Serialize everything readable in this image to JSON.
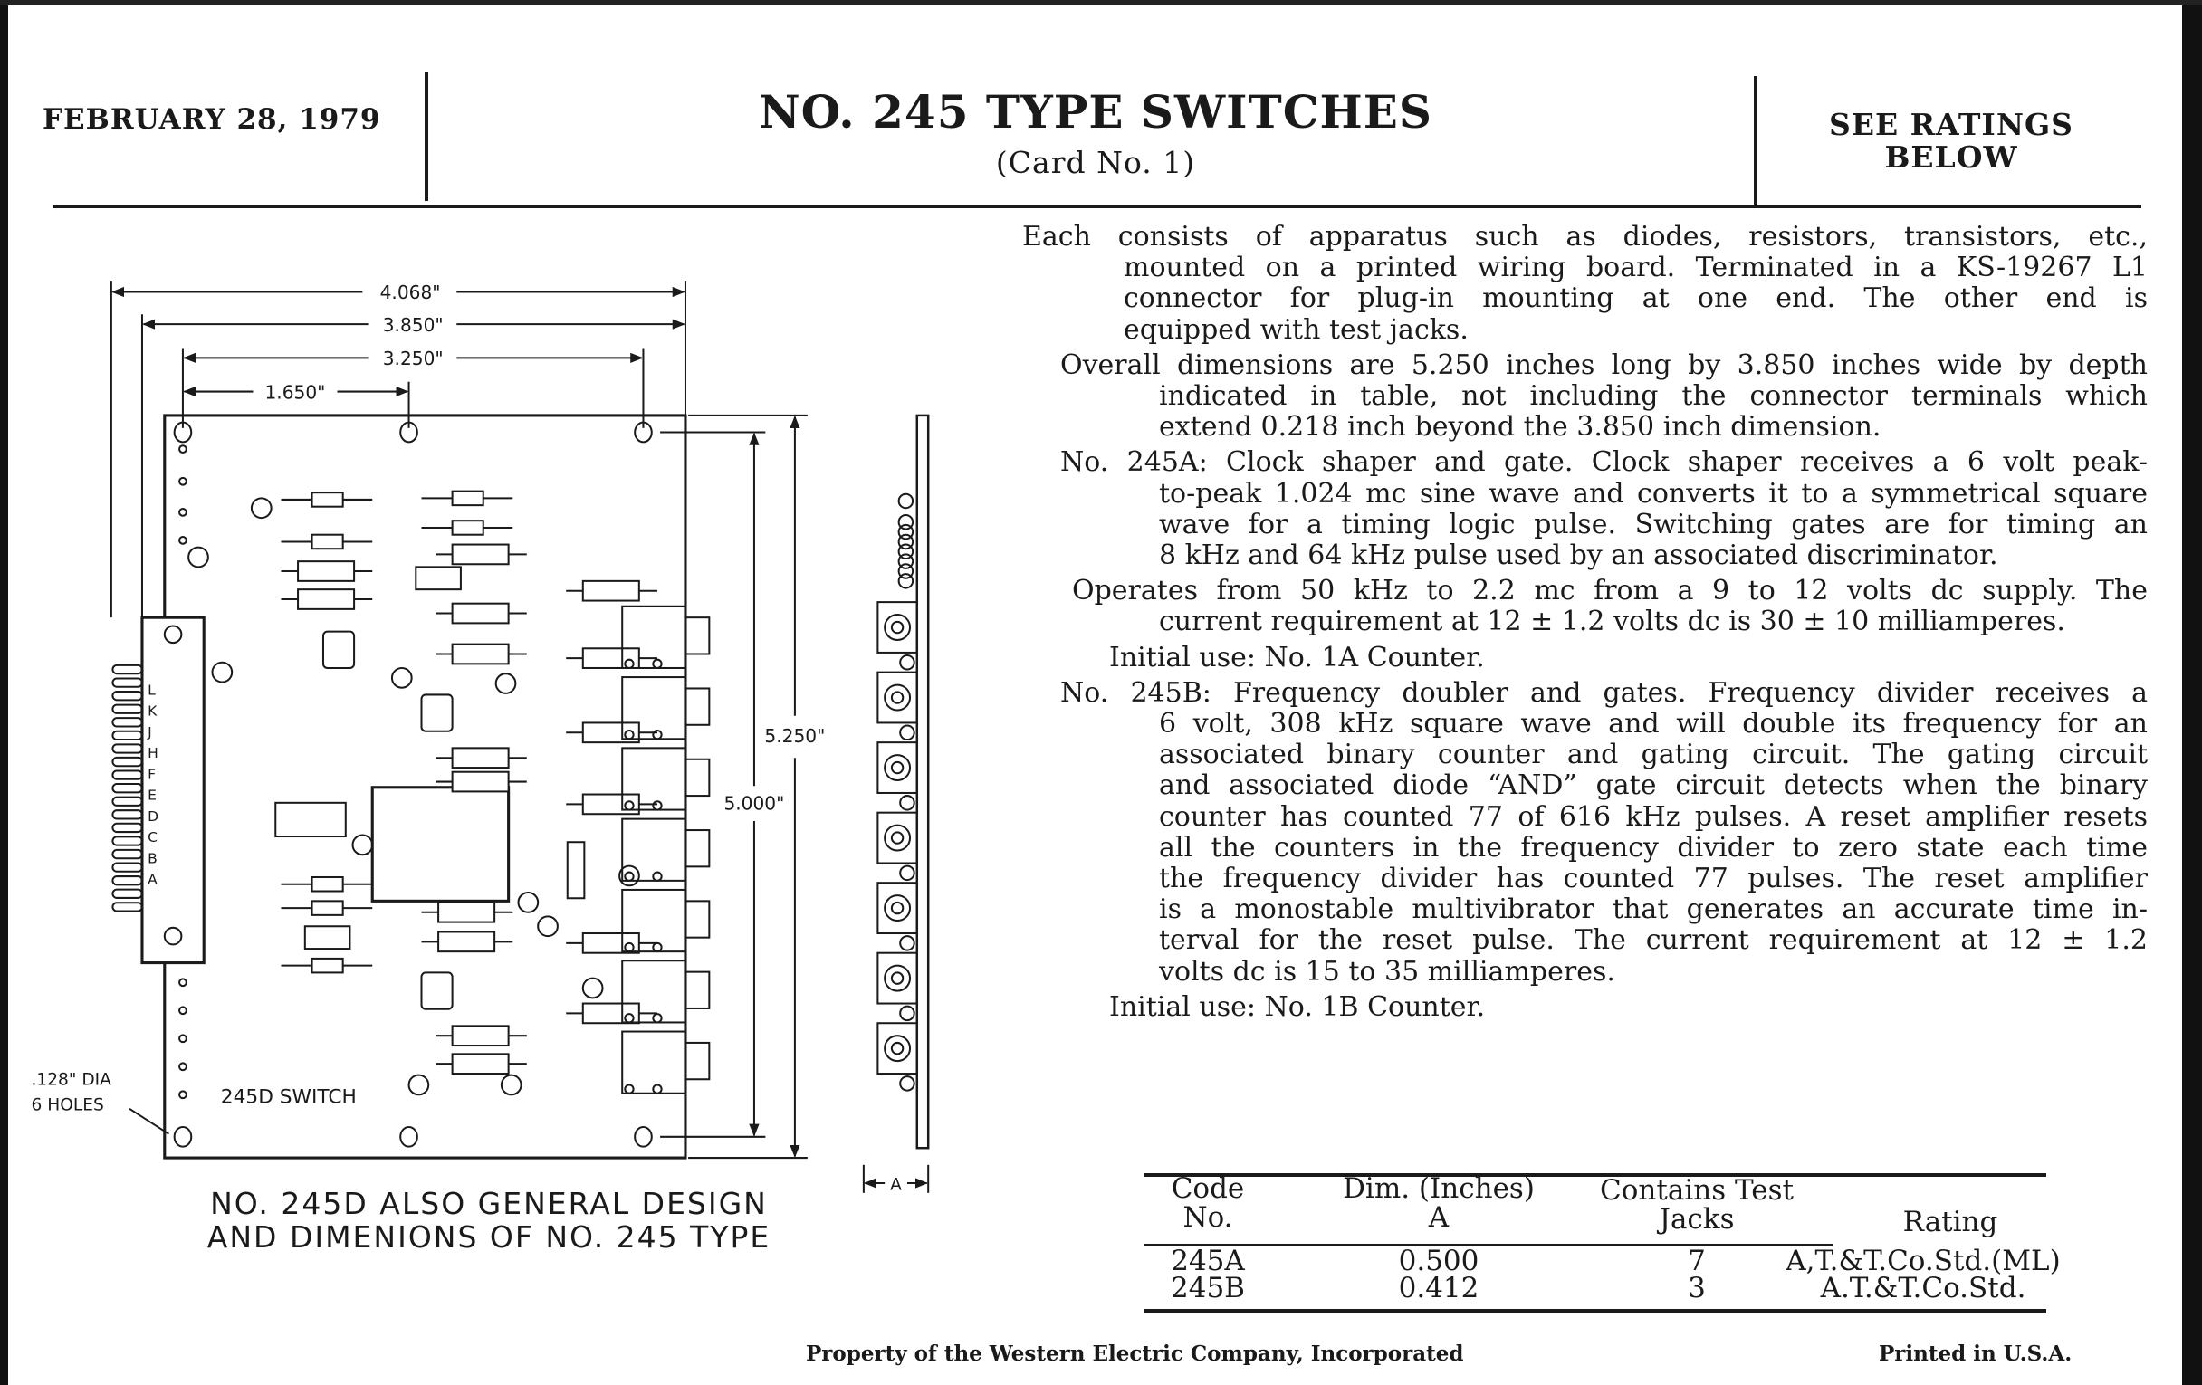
{
  "header": {
    "date": "FEBRUARY 28, 1979",
    "title": "NO. 245 TYPE SWITCHES",
    "card": "(Card No. 1)",
    "ratings_line1": "SEE RATINGS",
    "ratings_line2": "BELOW"
  },
  "body": {
    "p1": [
      "Each consists of apparatus such as diodes, resistors, transistors, etc.,",
      "mounted on a printed wiring board. Terminated in a KS-19267 L1",
      "connector for plug-in mounting at one end. The other end is",
      "equipped with test jacks."
    ],
    "p2": [
      "Overall dimensions are 5.250 inches long by 3.850 inches wide by depth",
      "indicated in table, not including the connector terminals which",
      "extend 0.218 inch beyond the 3.850 inch dimension."
    ],
    "p3": [
      "No. 245A: Clock shaper and gate. Clock shaper receives a 6 volt peak-",
      "to-peak 1.024 mc sine wave and converts it to a symmetrical square",
      "wave for a timing logic pulse. Switching gates are for timing an",
      "8 kHz and 64 kHz pulse used by an associated discriminator."
    ],
    "p4": [
      "Operates from 50 kHz to 2.2 mc from a 9 to 12 volts dc supply. The",
      "current requirement at 12 ± 1.2 volts dc is 30 ± 10 milliamperes."
    ],
    "p5": [
      "Initial use: No. 1A Counter."
    ],
    "p6": [
      "No. 245B: Frequency doubler and gates. Frequency divider receives a",
      "6 volt, 308 kHz square wave and will double its frequency for an",
      "associated binary counter and gating circuit. The gating circuit",
      "and associated diode “AND” gate circuit detects when the binary",
      "counter has counted 77 of 616 kHz pulses. A reset amplifier resets",
      "all the counters in the frequency divider to zero state each time",
      "the frequency divider has counted 77 pulses. The reset amplifier",
      "is a monostable multivibrator that generates an accurate time in-",
      "terval for the reset pulse. The current requirement at 12 ± 1.2",
      "volts dc is 15 to 35 milliamperes."
    ],
    "p7": [
      "Initial use: No. 1B Counter."
    ]
  },
  "drawing": {
    "dim_4068": "4.068\"",
    "dim_3850": "3.850\"",
    "dim_3250": "3.250\"",
    "dim_1650": "1.650\"",
    "dim_5250": "5.250\"",
    "dim_5000": "5.000\"",
    "dim_a": "A",
    "hole_note1": ".128\" DIA",
    "hole_note2": "6 HOLES",
    "board_label": "245D SWITCH",
    "pin_letters": [
      "L",
      "K",
      "J",
      "H",
      "F",
      "E",
      "D",
      "C",
      "B",
      "A"
    ],
    "caption1": "NO. 245D ALSO GENERAL DESIGN",
    "caption2": "AND DIMENIONS OF NO. 245 TYPE"
  },
  "table": {
    "headers": {
      "code1": "Code",
      "code2": "No.",
      "dim1": "Dim. (Inches)",
      "dim2": "A",
      "jacks1": "Contains Test",
      "jacks2": "Jacks",
      "rating": "Rating"
    },
    "rows": [
      {
        "code": "245A",
        "dim": "0.500",
        "jacks": "7",
        "rating": "A,T.&T.Co.Std.(ML)"
      },
      {
        "code": "245B",
        "dim": "0.412",
        "jacks": "3",
        "rating": "A.T.&T.Co.Std."
      }
    ]
  },
  "footer": {
    "property": "Property of the Western Electric Company, Incorporated",
    "printed": "Printed in U.S.A."
  }
}
